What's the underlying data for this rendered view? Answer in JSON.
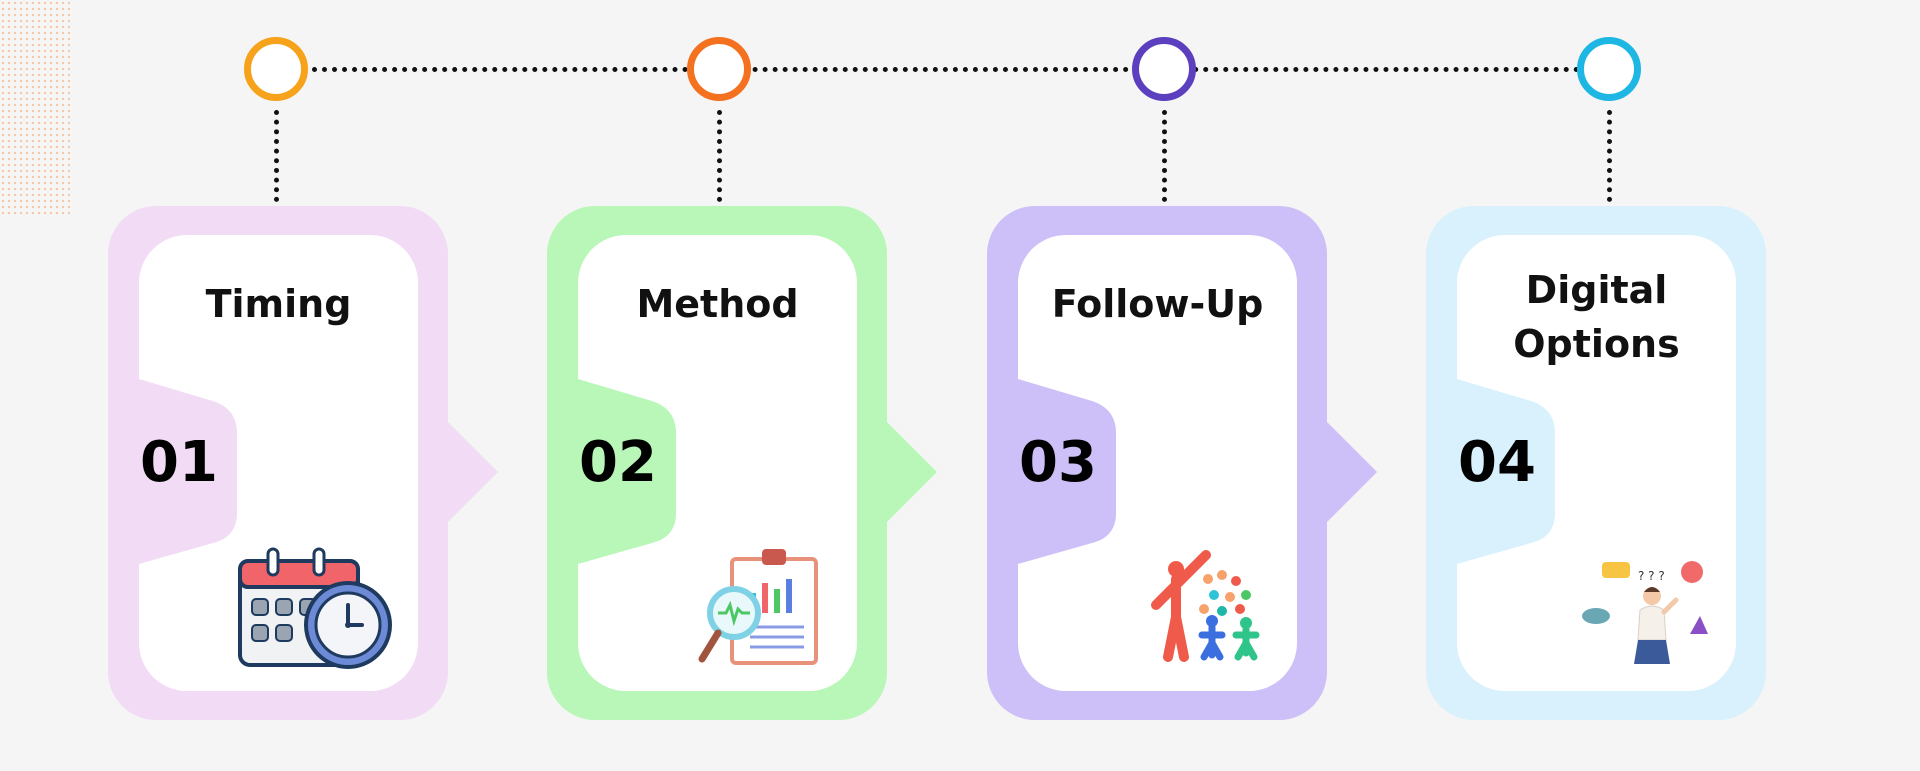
{
  "colors": {
    "background": "#f5f5f5",
    "node_1": "#f7a21b",
    "node_2": "#f47120",
    "node_3": "#5b3fbf",
    "node_4": "#1eb7e4",
    "card_1": "#f2dbf5",
    "card_2": "#b8f7b8",
    "card_3": "#cdbff7",
    "card_4": "#d8f1fc"
  },
  "steps": [
    {
      "number": "01",
      "title": "Timing",
      "icon": "calendar-clock-icon"
    },
    {
      "number": "02",
      "title": "Method",
      "icon": "clipboard-chart-magnifier-icon"
    },
    {
      "number": "03",
      "title": "Follow-Up",
      "icon": "people-group-icon"
    },
    {
      "number": "04",
      "title": "Digital Options",
      "icon": "thinking-person-icon"
    }
  ]
}
